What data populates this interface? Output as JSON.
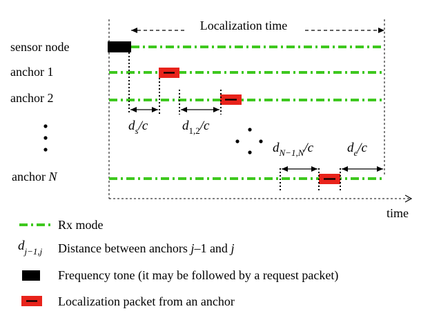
{
  "title": "Localization time",
  "rows": [
    {
      "label": "sensor node"
    },
    {
      "label": "anchor 1"
    },
    {
      "label": "anchor 2"
    },
    {
      "label_prefix": "anchor",
      "label_var": "N"
    }
  ],
  "time_label": "time",
  "intervals": {
    "ds": {
      "var": "d",
      "sub": "s",
      "tail": "/c"
    },
    "d12": {
      "var": "d",
      "sub": "1,2",
      "tail": "/c"
    },
    "dN": {
      "var": "d",
      "sub": "N−1,N",
      "tail": "/c"
    },
    "de": {
      "var": "d",
      "sub": "e",
      "tail": "/c"
    }
  },
  "legend": {
    "rx": "Rx mode",
    "distance": {
      "var": "d",
      "sub": "j−1,j",
      "text_prefix": "Distance between anchors ",
      "var_j1": "j",
      "text_mid": "–1 and ",
      "var_j2": "j"
    },
    "tone": "Frequency tone (it may be followed by a request packet)",
    "packet": "Localization packet from an anchor"
  },
  "colors": {
    "rx_line": "#3ec81e",
    "packet_fill": "#e8231b",
    "tone_fill": "#000000",
    "ink": "#000000"
  }
}
